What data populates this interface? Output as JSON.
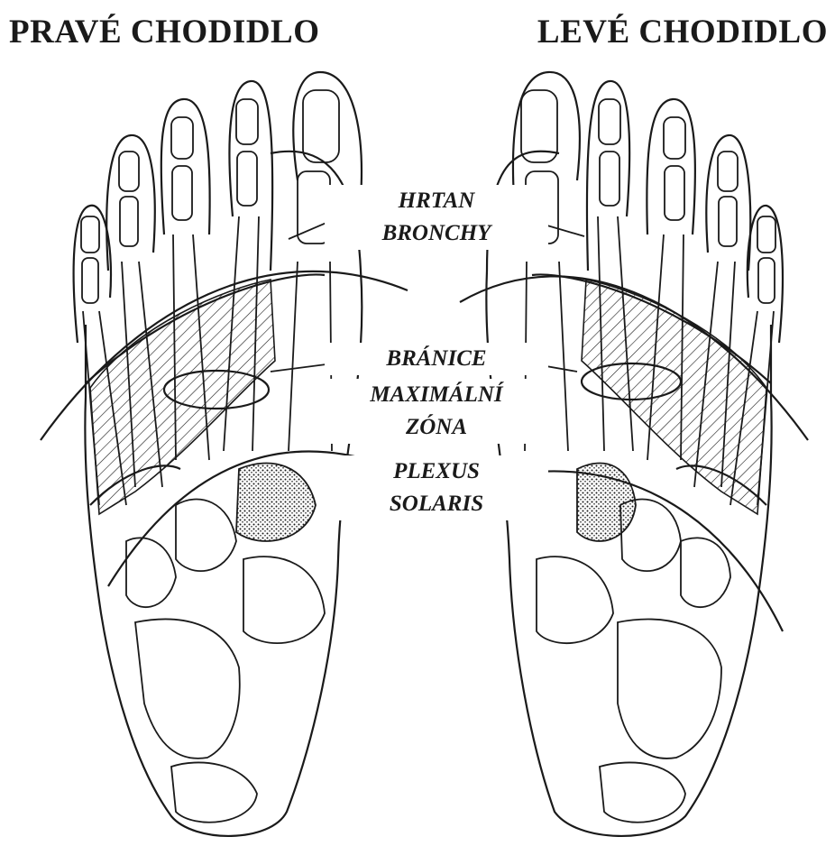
{
  "titles": {
    "right_foot": "PRAVÉ CHODIDLO",
    "left_foot": "LEVÉ CHODIDLO"
  },
  "labels": {
    "larynx_bronchi": [
      "HRTAN",
      "BRONCHY"
    ],
    "diaphragm": [
      "BRÁNICE"
    ],
    "max_zone": [
      "MAXIMÁLNÍ",
      "ZÓNA"
    ],
    "plexus": [
      "PLEXUS",
      "SOLARIS"
    ]
  },
  "colors": {
    "ink": "#1a1a1a",
    "paper": "#ffffff"
  }
}
